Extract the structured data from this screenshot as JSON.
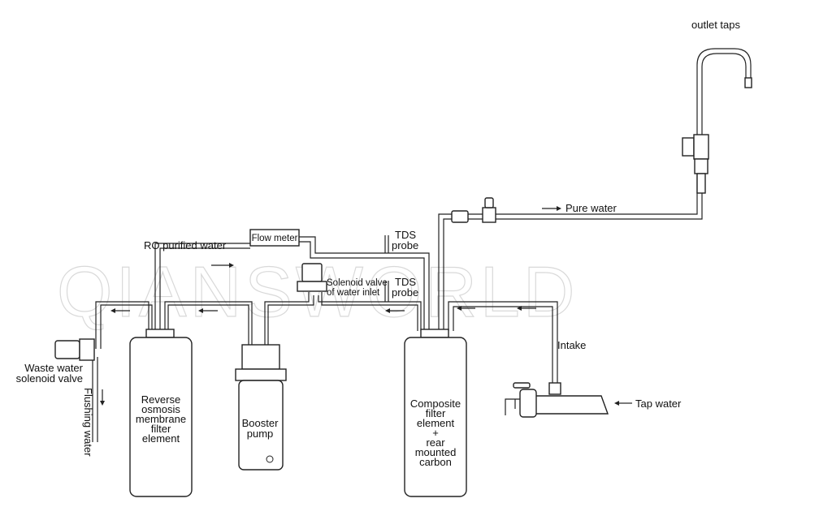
{
  "watermark": "QIANSWORLD",
  "labels": {
    "outlet_taps": "outlet taps",
    "pure_water": "Pure water",
    "ro_purified_water": "RO purified water",
    "flow_meter": "Flow meter",
    "tds_probe_1": [
      "TDS",
      "probe"
    ],
    "tds_probe_2": [
      "TDS",
      "probe"
    ],
    "solenoid_inlet": [
      "Solenoid valve",
      "of water inlet"
    ],
    "waste_valve": [
      "Waste water",
      "solenoid valve"
    ],
    "flushing_water": "Flushing water",
    "intake": "Intake",
    "tap_water": "Tap water",
    "ro_element": [
      "Reverse",
      "osmosis",
      "membrane",
      "filter",
      "element"
    ],
    "booster_pump": [
      "Booster",
      "pump"
    ],
    "composite": [
      "Composite",
      "filter",
      "element",
      "+",
      "rear",
      "mounted",
      "carbon"
    ]
  }
}
